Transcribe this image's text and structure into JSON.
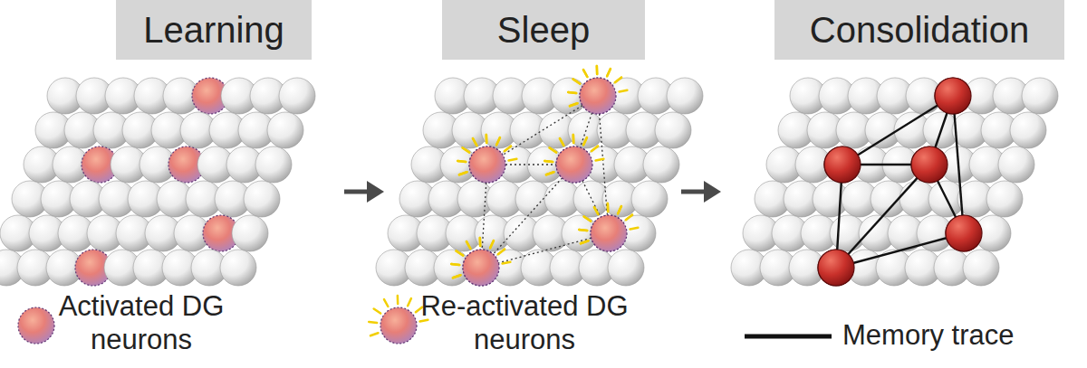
{
  "diagram": {
    "nodes": [
      {
        "text": [
          "Learning"
        ]
      },
      {
        "text": [
          "Sleep"
        ]
      },
      {
        "text": [
          "Consolidation"
        ]
      }
    ],
    "legend": [
      {
        "text": "Activated DG neurons"
      },
      {
        "text": "Re-activated DG neurons"
      },
      {
        "text": "Memory trace"
      }
    ]
  }
}
